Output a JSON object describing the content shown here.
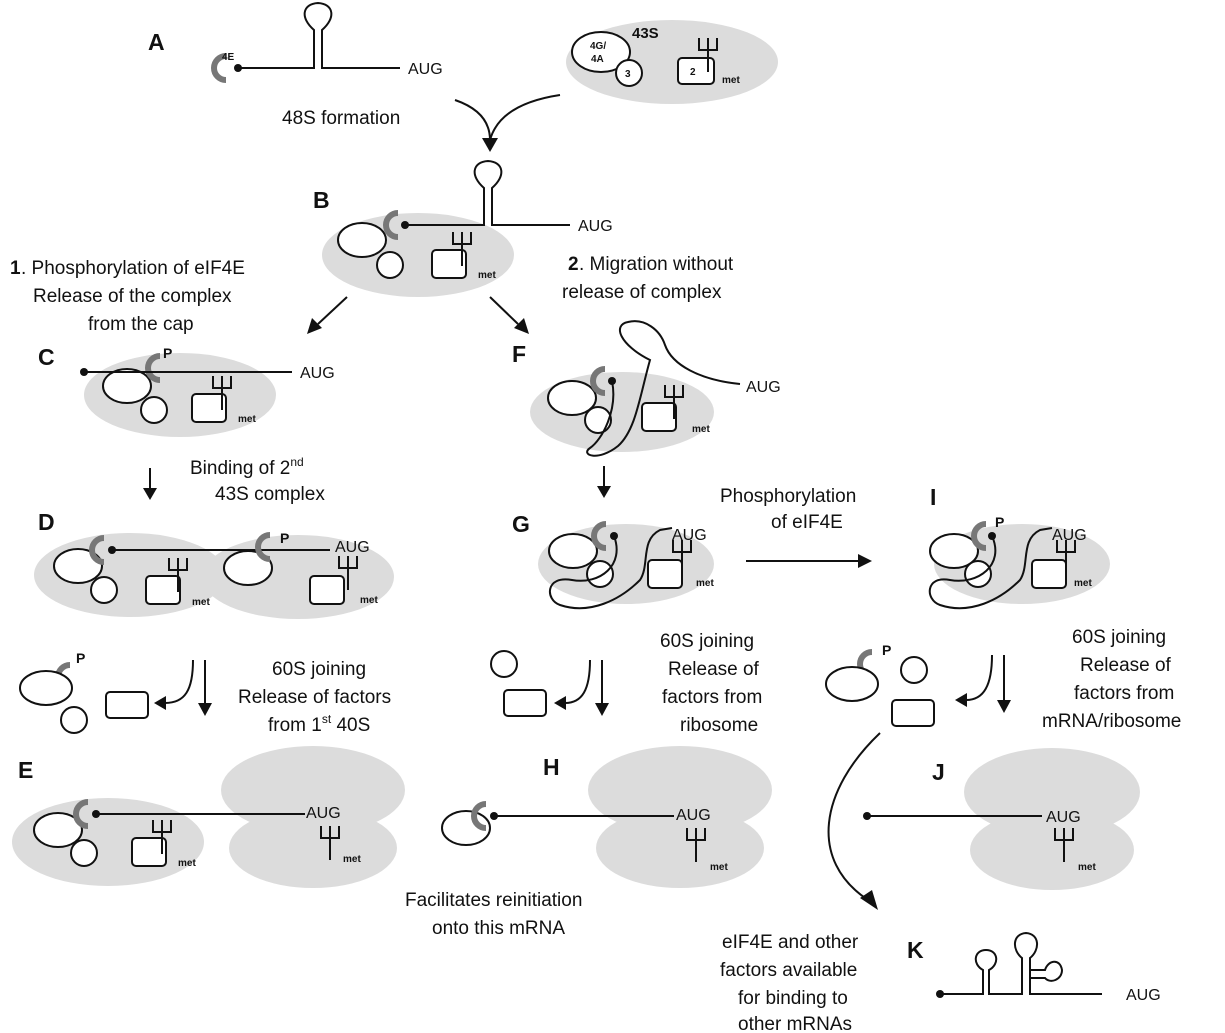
{
  "panels": {
    "A": "A",
    "B": "B",
    "C": "C",
    "D": "D",
    "E": "E",
    "F": "F",
    "G": "G",
    "H": "H",
    "I": "I",
    "J": "J",
    "K": "K"
  },
  "molecules": {
    "aug": "AUG",
    "met": "met",
    "p": "P",
    "cap_4e": "4E",
    "complex_43s": "43S",
    "factor_4g4a_line1": "4G/",
    "factor_4g4a_line2": "4A",
    "factor_3": "3",
    "factor_2": "2"
  },
  "steps": {
    "formation_48s": "48S formation",
    "path1_num": "1",
    "path1_line1": ". Phosphorylation of eIF4E",
    "path1_line2": "Release of the complex",
    "path1_line3": "from the cap",
    "path2_num": "2",
    "path2_line1": ". Migration without",
    "path2_line2": "release of complex",
    "binding_line1": "Binding of 2",
    "binding_sup": "nd",
    "binding_line2": "43S complex",
    "phos_line1": "Phosphorylation",
    "phos_line2": "of eIF4E",
    "join_e_line1": "60S joining",
    "join_e_line2": "Release of factors",
    "join_e_line3_a": "from 1",
    "join_e_line3_sup": "st",
    "join_e_line3_b": " 40S",
    "join_h_line1": "60S joining",
    "join_h_line2": "Release of",
    "join_h_line3": "factors from",
    "join_h_line4": "ribosome",
    "join_j_line1": "60S joining",
    "join_j_line2": "Release of",
    "join_j_line3": "factors from",
    "join_j_line4": "mRNA/ribosome"
  },
  "notes": {
    "h_line1": "Facilitates reinitiation",
    "h_line2": "onto this mRNA",
    "k_line1": "eIF4E and other",
    "k_line2": "factors available",
    "k_line3": "for binding to",
    "k_line4": "other mRNAs"
  },
  "colors": {
    "ribosome": "#dcdcdc",
    "cap_binding_factor": "#777777",
    "ink": "#111111"
  }
}
